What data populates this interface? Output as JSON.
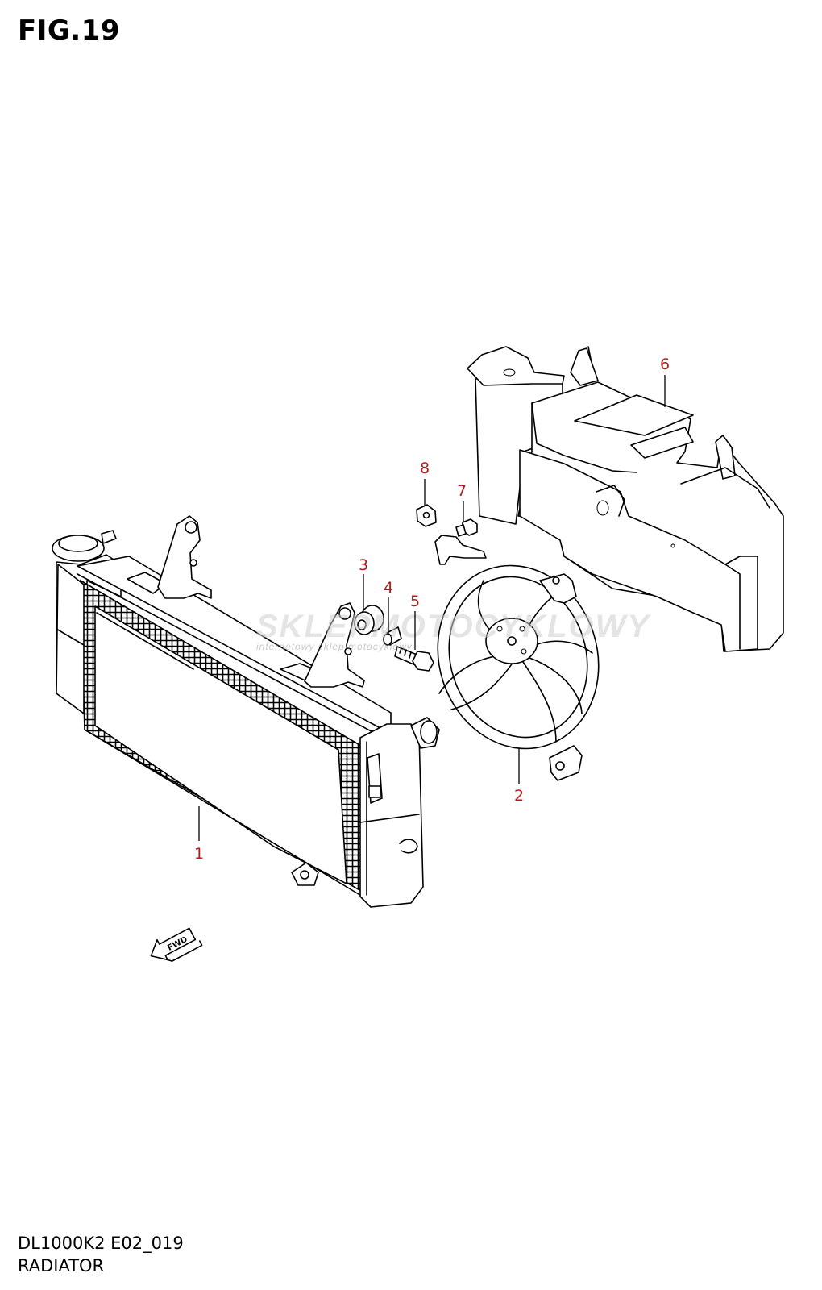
{
  "figure": {
    "title": "FIG.19",
    "model_code": "DL1000K2 E02_019",
    "section_name": "RADIATOR"
  },
  "callouts": [
    {
      "number": "1",
      "part": "radiator"
    },
    {
      "number": "2",
      "part": "cooling-fan"
    },
    {
      "number": "3",
      "part": "grommet"
    },
    {
      "number": "4",
      "part": "collar"
    },
    {
      "number": "5",
      "part": "bolt"
    },
    {
      "number": "6",
      "part": "air-guide"
    },
    {
      "number": "7",
      "part": "screw"
    },
    {
      "number": "8",
      "part": "nut"
    }
  ],
  "fwd_arrow": {
    "label": "FWD"
  },
  "watermark": {
    "line1": "SKLEPMOTOCYKLOWY",
    "line2": "internetowy sklep motocyklowy"
  },
  "colors": {
    "callout": "#b01c1c",
    "line": "#000000",
    "watermark": "#cc2a2a"
  }
}
